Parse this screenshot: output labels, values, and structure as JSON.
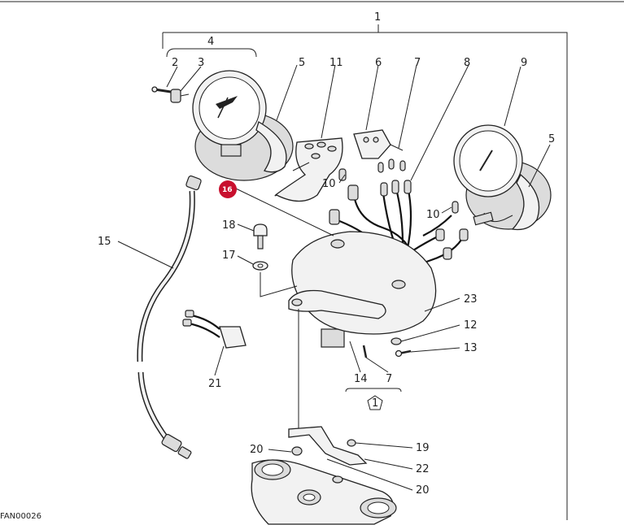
{
  "diagram": {
    "code": "FAN00026",
    "callouts": {
      "c1": "1",
      "c2": "2",
      "c3": "3",
      "c4": "4",
      "c5a": "5",
      "c5b": "5",
      "c6": "6",
      "c7a": "7",
      "c7b": "7",
      "c8": "8",
      "c9": "9",
      "c10a": "10",
      "c10b": "10",
      "c11": "11",
      "c12": "12",
      "c13": "13",
      "c14": "14",
      "c15": "15",
      "c16": "16",
      "c17": "17",
      "c18": "18",
      "c19": "19",
      "c20a": "20",
      "c20b": "20",
      "c21": "21",
      "c22": "22",
      "c23": "23",
      "c1box": "1"
    },
    "colors": {
      "highlight": "#c8102e",
      "line": "#222222"
    }
  }
}
